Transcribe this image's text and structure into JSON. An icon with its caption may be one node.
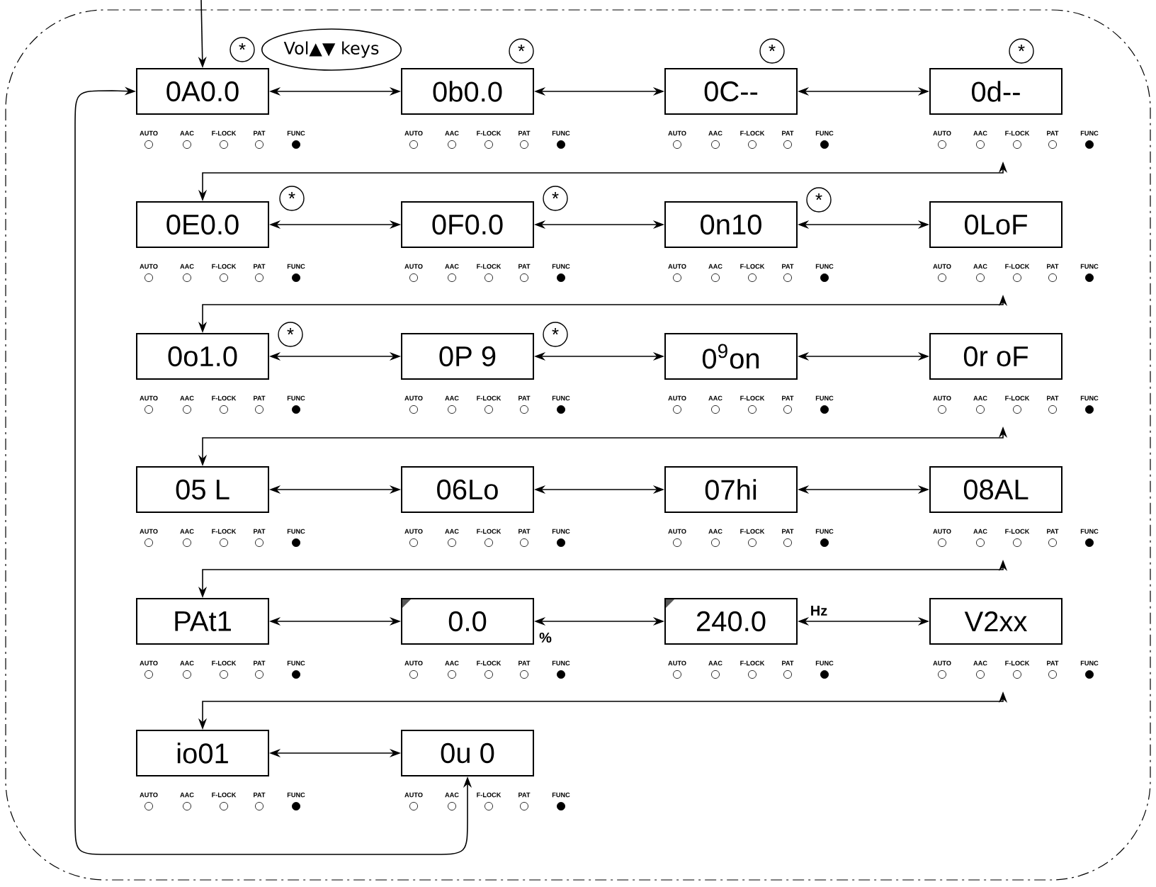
{
  "diagram": {
    "nodes": [
      {
        "text": [
          "Vol▲▼ keys"
        ]
      },
      {
        "text": [
          "0A0.0"
        ],
        "beside": [
          "AUTO",
          "AAC",
          "F-LOCK",
          "PAT",
          "FUNC"
        ]
      },
      {
        "text": [
          "0b0.0"
        ],
        "beside": [
          "AUTO",
          "AAC",
          "F-LOCK",
          "PAT",
          "FUNC"
        ]
      },
      {
        "text": [
          "0C--"
        ],
        "beside": [
          "AUTO",
          "AAC",
          "F-LOCK",
          "PAT",
          "FUNC"
        ]
      },
      {
        "text": [
          "0d--"
        ],
        "beside": [
          "AUTO",
          "AAC",
          "F-LOCK",
          "PAT",
          "FUNC"
        ]
      },
      {
        "text": [
          "0E0.0"
        ],
        "beside": [
          "AUTO",
          "AAC",
          "F-LOCK",
          "PAT",
          "FUNC"
        ]
      },
      {
        "text": [
          "0F0.0"
        ],
        "beside": [
          "AUTO",
          "AAC",
          "F-LOCK",
          "PAT",
          "FUNC"
        ]
      },
      {
        "text": [
          "0n10"
        ],
        "beside": [
          "AUTO",
          "AAC",
          "F-LOCK",
          "PAT",
          "FUNC"
        ]
      },
      {
        "text": [
          "0LoF"
        ],
        "beside": [
          "AUTO",
          "AAC",
          "F-LOCK",
          "PAT",
          "FUNC"
        ]
      },
      {
        "text": [
          "0o1.0"
        ],
        "beside": [
          "AUTO",
          "AAC",
          "F-LOCK",
          "PAT",
          "FUNC"
        ]
      },
      {
        "text": [
          "0P 9"
        ],
        "beside": [
          "AUTO",
          "AAC",
          "F-LOCK",
          "PAT",
          "FUNC"
        ]
      },
      {
        "text": [
          "0$^{9}$on"
        ],
        "beside": [
          "AUTO",
          "AAC",
          "F-LOCK",
          "PAT",
          "FUNC"
        ]
      },
      {
        "text": [
          "0r oF"
        ],
        "beside": [
          "AUTO",
          "AAC",
          "F-LOCK",
          "PAT",
          "FUNC"
        ]
      },
      {
        "text": [
          "05 L"
        ],
        "beside": [
          "AUTO",
          "AAC",
          "F-LOCK",
          "PAT",
          "FUNC"
        ]
      },
      {
        "text": [
          "06Lo"
        ],
        "beside": [
          "AUTO",
          "AAC",
          "F-LOCK",
          "PAT",
          "FUNC"
        ]
      },
      {
        "text": [
          "07hi"
        ],
        "beside": [
          "AUTO",
          "AAC",
          "F-LOCK",
          "PAT",
          "FUNC"
        ]
      },
      {
        "text": [
          "08AL"
        ],
        "beside": [
          "AUTO",
          "AAC",
          "F-LOCK",
          "PAT",
          "FUNC"
        ]
      },
      {
        "text": [
          "PAt1"
        ],
        "beside": [
          "AUTO",
          "AAC",
          "F-LOCK",
          "PAT",
          "FUNC"
        ]
      },
      {
        "text": [
          "0.0"
        ],
        "beside": [
          "AUTO",
          "AAC",
          "F-LOCK",
          "PAT",
          "FUNC",
          "%"
        ]
      },
      {
        "text": [
          "240.0"
        ],
        "beside": [
          "AUTO",
          "AAC",
          "F-LOCK",
          "PAT",
          "FUNC",
          "Hz"
        ]
      },
      {
        "text": [
          "V2xx"
        ],
        "beside": [
          "AUTO",
          "AAC",
          "F-LOCK",
          "PAT",
          "FUNC"
        ]
      },
      {
        "text": [
          "io01"
        ],
        "beside": [
          "AUTO",
          "AAC",
          "F-LOCK",
          "PAT",
          "FUNC"
        ]
      },
      {
        "text": [
          "0u 0"
        ],
        "beside": [
          "AUTO",
          "AAC",
          "F-LOCK",
          "PAT",
          "FUNC"
        ]
      }
    ],
    "edges": [
      {
        "from": null,
        "to": 1,
        "arrow": "to"
      },
      {
        "from": 1,
        "to": 2,
        "arrow": "both"
      },
      {
        "from": 2,
        "to": 3,
        "arrow": "both"
      },
      {
        "from": 3,
        "to": 4,
        "arrow": "both"
      },
      {
        "from": 4,
        "to": 5,
        "arrow": "both"
      },
      {
        "from": 5,
        "to": 6,
        "arrow": "both"
      },
      {
        "from": 6,
        "to": 7,
        "arrow": "both"
      },
      {
        "from": 7,
        "to": 8,
        "arrow": "both"
      },
      {
        "from": 8,
        "to": 9,
        "arrow": "both"
      },
      {
        "from": 9,
        "to": 10,
        "arrow": "both"
      },
      {
        "from": 10,
        "to": 11,
        "arrow": "both"
      },
      {
        "from": 11,
        "to": 12,
        "arrow": "both"
      },
      {
        "from": 12,
        "to": 13,
        "arrow": "both"
      },
      {
        "from": 13,
        "to": 14,
        "arrow": "both"
      },
      {
        "from": 14,
        "to": 15,
        "arrow": "both"
      },
      {
        "from": 15,
        "to": 16,
        "arrow": "both"
      },
      {
        "from": 16,
        "to": 17,
        "arrow": "both"
      },
      {
        "from": 17,
        "to": 18,
        "arrow": "both"
      },
      {
        "from": 18,
        "to": 19,
        "arrow": "both"
      },
      {
        "from": 19,
        "to": 20,
        "arrow": "both"
      },
      {
        "from": 20,
        "to": 21,
        "arrow": "both"
      },
      {
        "from": 21,
        "to": 22,
        "arrow": "both"
      },
      {
        "from": 22,
        "to": 1,
        "arrow": "both"
      }
    ],
    "labels": [
      "*",
      "*",
      "*",
      "*",
      "*",
      "*",
      "*",
      "*",
      "*"
    ]
  }
}
